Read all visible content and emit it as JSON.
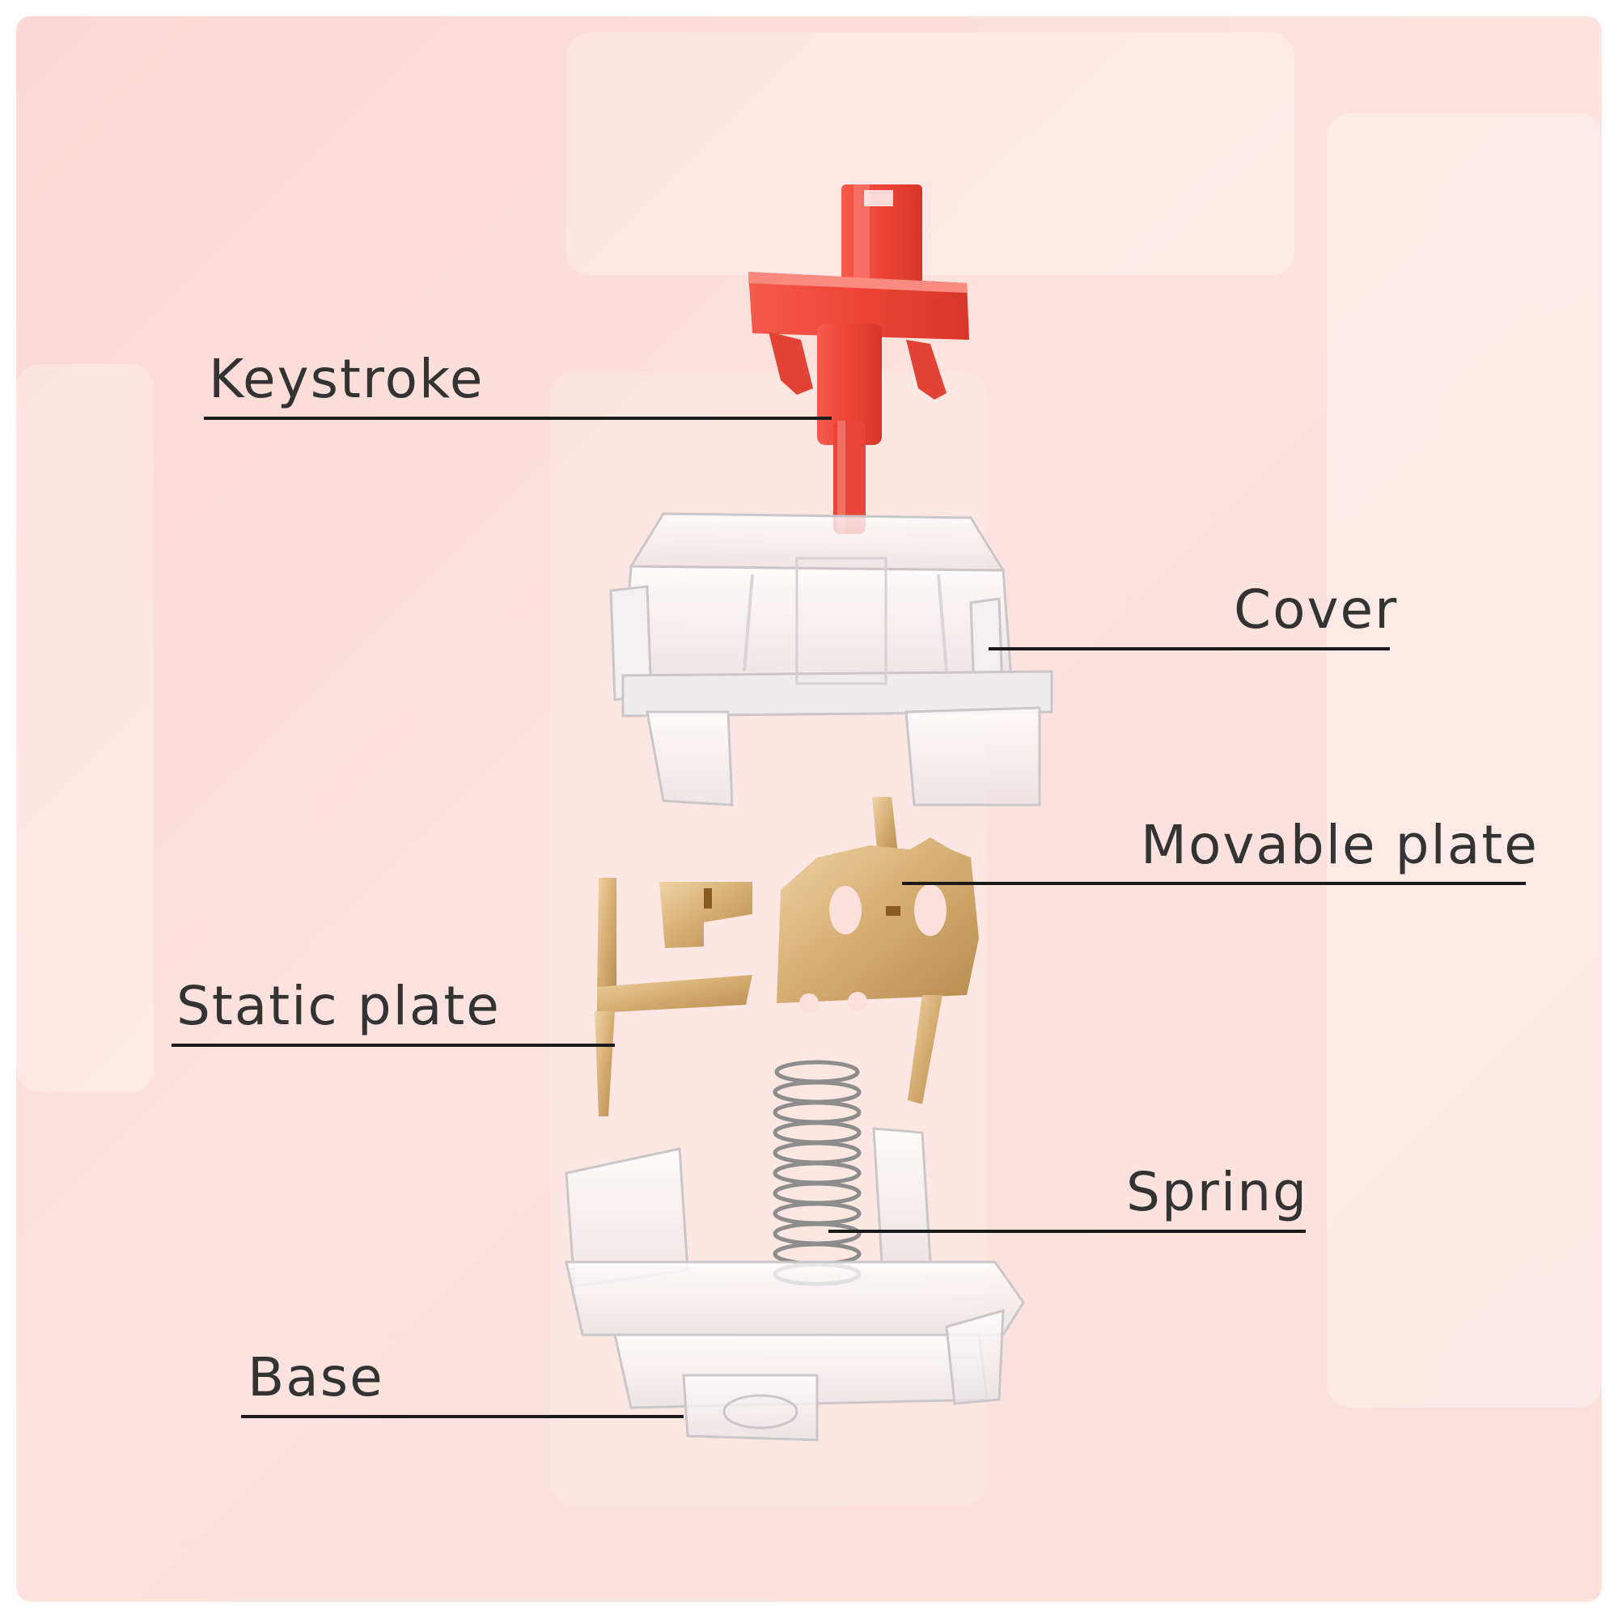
{
  "labels": {
    "keystroke": "Keystroke",
    "cover": "Cover",
    "movable_plate": "Movable plate",
    "static_plate": "Static plate",
    "spring": "Spring",
    "base": "Base"
  },
  "colors": {
    "background": "#fbdcd7",
    "stem": "#ee4b3e",
    "plate": "#d8b47c",
    "housing": "#f4f2f3",
    "leader": "#1a1a1a",
    "text": "#333333"
  }
}
